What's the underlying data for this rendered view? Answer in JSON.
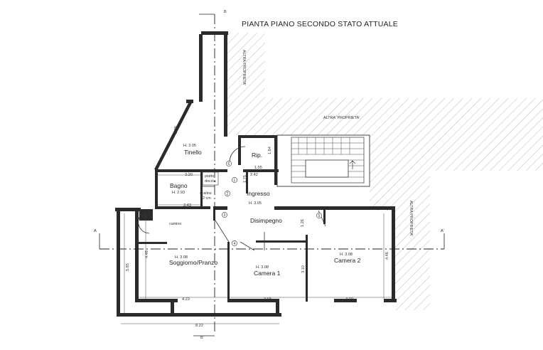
{
  "title": "PIANTA PIANO SECONDO STATO ATTUALE",
  "section_marks": {
    "top_b": "B",
    "bottom_b": "B'",
    "left_a": "A",
    "right_a": "A'"
  },
  "other_property": {
    "top": "ALTRA PROPRIETA'",
    "mid": "ALTRA' PROPRIETA'",
    "right": "ALTRA PROPRIETA'"
  },
  "rooms": {
    "tinello": {
      "name": "Tinello",
      "height": "H. 3.05"
    },
    "rip": {
      "name": "Rip."
    },
    "bagno": {
      "name": "Bagno",
      "height": "H. 2.93"
    },
    "piatto_doccia": {
      "line1": "piatto",
      "line2": "doccia"
    },
    "scalino": {
      "line1": "scalino",
      "line2": "12 cm"
    },
    "ingresso": {
      "name": "Ingresso",
      "height": "H. 3.05"
    },
    "disimpegno": {
      "name": "Disimpegno"
    },
    "soggiorno": {
      "name": "Soggiorno/Pranzo",
      "height": "H. 3.08"
    },
    "camera1": {
      "name": "Camera 1",
      "height": "H. 3.08"
    },
    "camera2": {
      "name": "Camera 2",
      "height": "H. 3.08"
    },
    "camino": {
      "name": "camino"
    }
  },
  "dimensions": {
    "d_3_36": "3.36",
    "d_1_64": "1.64",
    "d_1_55": "1.55",
    "d_2_42": "2.42",
    "d_3_20": "3.20",
    "d_1_75": "1.75",
    "d_3_43": "3.43",
    "d_1_26": "1.26",
    "d_4_46_left": "4.46",
    "d_4_46_right": "4.46",
    "d_5_85": "5.85",
    "d_3_10": "3.10",
    "d_4_23": "4.23",
    "d_3_68": "3.68",
    "d_4_00": "4.00",
    "d_8_22": "8.22"
  },
  "door_numbers": [
    "1",
    "2",
    "3",
    "4",
    "5",
    "6"
  ]
}
